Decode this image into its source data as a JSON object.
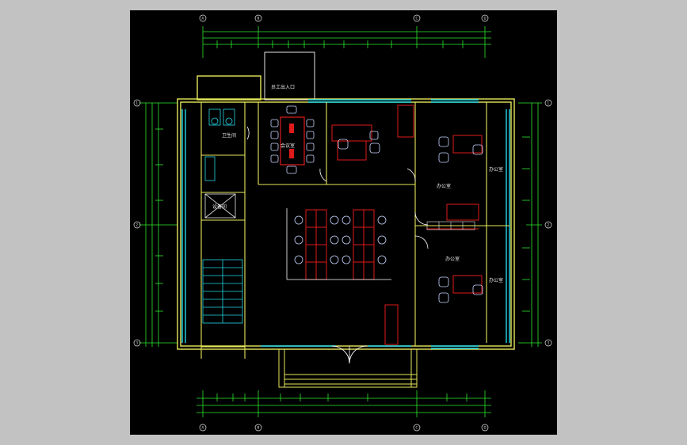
{
  "drawing": {
    "background": "#000000",
    "frame_color": "#c2c2c2",
    "colors": {
      "wall": "#e8e85a",
      "dimension": "#2ee82e",
      "window": "#22d8e8",
      "furniture_red": "#e01a1a",
      "chair": "#c8d4ff",
      "door": "#ffffff",
      "stair": "#22d8e8"
    }
  },
  "rooms": {
    "meeting": "会议室",
    "office_right_top": "办公室",
    "office_right_bottom": "办公室",
    "office_tag_a": "办公室",
    "office_tag_b": "办公室",
    "entrance": "员工出入口",
    "toilet": "卫生间",
    "equipment": "设备间"
  },
  "grid_axes": {
    "top": [
      "A",
      "B",
      "C",
      "D"
    ],
    "bottom": [
      "A",
      "B",
      "C",
      "D"
    ],
    "left": [
      "1",
      "2",
      "3"
    ],
    "right": [
      "1",
      "2",
      "3"
    ]
  }
}
